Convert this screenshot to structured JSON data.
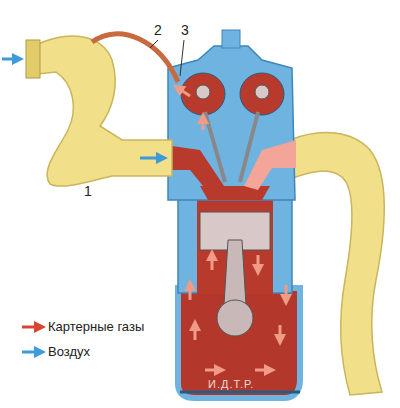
{
  "diagram": {
    "labels": [
      "2",
      "3",
      "1",
      "И.Д.Т.Р."
    ],
    "legend": [
      {
        "text": "Картерные газы"
      },
      {
        "text": "Воздух"
      }
    ]
  }
}
